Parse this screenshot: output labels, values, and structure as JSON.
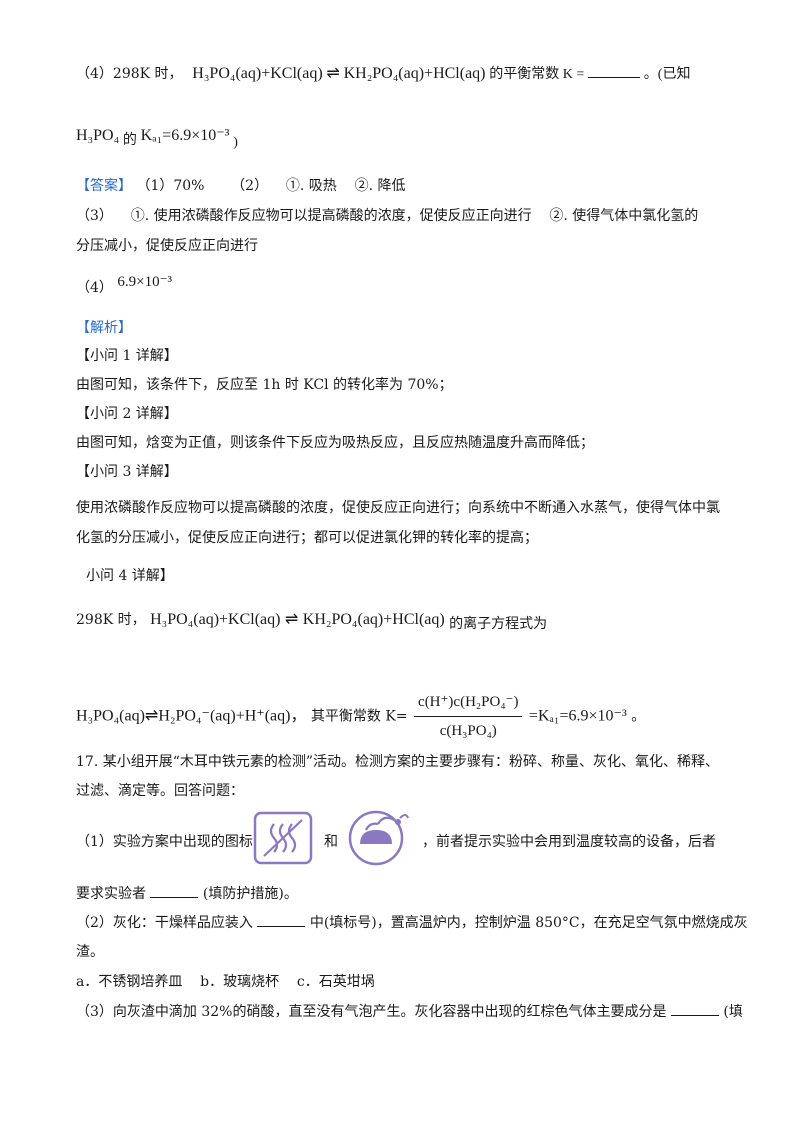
{
  "q16": {
    "part4_prefix": "（4）298K 时，",
    "eq_react": "H₃PO₄(aq)+KCl(aq)",
    "eq_arrow": "⇌",
    "eq_prod": "KH₂PO₄(aq)+HCl(aq)",
    "part4_mid": "的平衡常数 K =",
    "part4_tail": "。(已知",
    "given_species": "H₃PO₄",
    "given_de": "的",
    "given_ka": "Kₐ₁=6.9×10⁻³",
    "given_close": ")"
  },
  "answer": {
    "label": "【答案】",
    "line1": "（1）70%      （2）    ①. 吸热    ②. 降低",
    "line2": "（3）    ①. 使用浓磷酸作反应物可以提高磷酸的浓度，促使反应正向进行    ②. 使得气体中氯化氢的",
    "line3": "分压减小，促使反应正向进行",
    "line4_prefix": "（4）",
    "line4_val": "6.9×10⁻³"
  },
  "analysis": {
    "label": "【解析】",
    "s1_title": "【小问 1 详解】",
    "s1_text": "由图可知，该条件下，反应至 1h 时 KCl 的转化率为 70%；",
    "s2_title": "【小问 2 详解】",
    "s2_text": "由图可知，焓变为正值，则该条件下反应为吸热反应，且反应热随温度升高而降低；",
    "s3_title": "【小问 3 详解】",
    "s3_text1": "使用浓磷酸作反应物可以提高磷酸的浓度，促使反应正向进行；向系统中不断通入水蒸气，使得气体中氯",
    "s3_text2": "化氢的分压减小，促使反应正向进行；都可以促进氯化钾的转化率的提高；",
    "s4_title": "小问 4 详解】",
    "s4_prefix": "298K 时，",
    "s4_suffix": "的离子方程式为",
    "ion_eq": "H₃PO₄(aq)⇌H₂PO₄⁻(aq)+H⁺(aq)，",
    "k_label": "其平衡常数 K=",
    "k_num": "c(H⁺)c(H₂PO₄⁻)",
    "k_den": "c(H₃PO₄)",
    "k_result": "=Kₐ₁=6.9×10⁻³",
    "k_end": "。"
  },
  "q17": {
    "line1": "17. 某小组开展“木耳中铁元素的检测”活动。检测方案的主要步骤有：粉碎、称量、灰化、氧化、稀释、",
    "line2": "过滤、滴定等。回答问题：",
    "p1_prefix": "（1）实验方案中出现的图标",
    "p1_and": "和",
    "p1_suffix": "，前者提示实验中会用到温度较高的设备，后者",
    "p1_line2_a": "要求实验者",
    "p1_line2_b": "(填防护措施)。",
    "p2_a": "（2）灰化：干燥样品应装入",
    "p2_b": "中(填标号)，置高温炉内，控制炉温 850°C，在充足空气氛中燃烧成灰",
    "p2_line2": "渣。",
    "options": "a．不锈钢培养皿    b．玻璃烧杯    c．石英坩埚",
    "p3_a": "（3）向灰渣中滴加 32%的硝酸，直至没有气泡产生。灰化容器中出现的红棕色气体主要成分是",
    "p3_b": "(填"
  },
  "icons": [
    "hot-surface-icon",
    "wash-hands-icon"
  ],
  "colors": {
    "answer": "#2a6bc7",
    "icon_stroke": "#8a78c0",
    "text": "#1a1a1a"
  }
}
